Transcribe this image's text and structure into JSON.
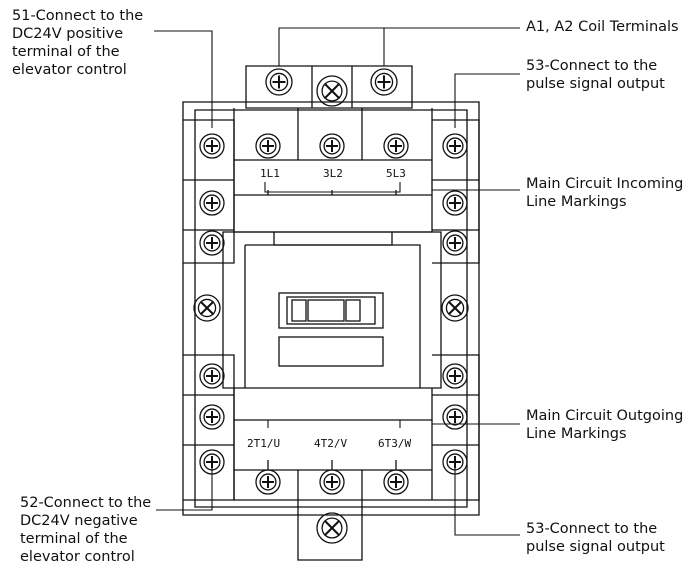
{
  "callouts": {
    "terminal_51": [
      "51-Connect to the",
      "DC24V positive",
      "terminal of the",
      "elevator control"
    ],
    "coil_terminals": [
      "A1, A2 Coil Terminals"
    ],
    "terminal_53_top": [
      "53-Connect to the",
      "pulse signal output"
    ],
    "incoming_markings": [
      "Main Circuit Incoming",
      "Line Markings"
    ],
    "outgoing_markings": [
      "Main Circuit Outgoing",
      "Line Markings"
    ],
    "terminal_52": [
      "52-Connect to the",
      "DC24V negative",
      "terminal of the",
      "elevator control"
    ],
    "terminal_53_bottom": [
      "53-Connect to the",
      "pulse signal output"
    ]
  },
  "markings": {
    "incoming": [
      "1L1",
      "3L2",
      "5L3"
    ],
    "outgoing": [
      "2T1/U",
      "4T2/V",
      "6T3/W"
    ]
  },
  "colors": {
    "line": "#111111",
    "background": "#ffffff"
  },
  "icons": [
    "screw-terminal-icon",
    "mounting-screw-icon"
  ]
}
